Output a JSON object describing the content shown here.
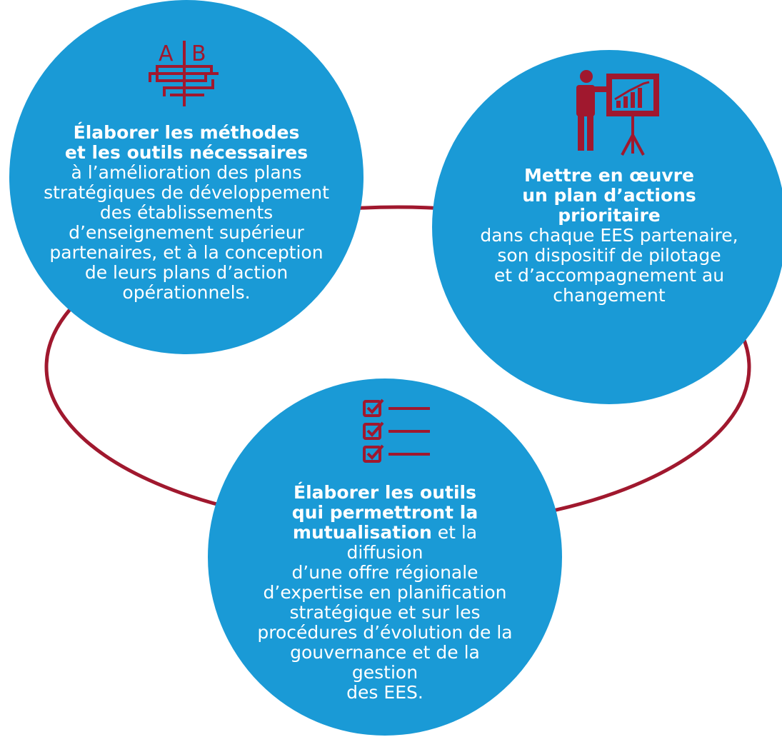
{
  "colors": {
    "circle_fill": "#1a9ad6",
    "accent": "#a0182e",
    "text": "#ffffff"
  },
  "circles": [
    {
      "icon": "ab-comparison-icon",
      "icon_letters": [
        "A",
        "B"
      ],
      "title_line1": "Élaborer les méthodes",
      "title_line2": "et les outils nécessaires",
      "body": [
        "à l’amélioration des plans",
        "stratégiques de développement",
        "des établissements",
        "d’enseignement supérieur",
        "partenaires, et à la conception",
        "de leurs plans d’action",
        "opérationnels."
      ]
    },
    {
      "icon": "presenter-chart-icon",
      "title_line1": "Mettre en œuvre",
      "title_line2": "un plan d’actions prioritaire",
      "body": [
        "dans chaque EES partenaire,",
        "son dispositif de pilotage",
        "et d’accompagnement au",
        "changement"
      ]
    },
    {
      "icon": "checklist-icon",
      "title_line1": "Élaborer les outils",
      "title_line2": "qui permettront la",
      "title_line3": "mutualisation",
      "inline_rest": " et la diffusion",
      "body": [
        "d’une offre régionale",
        "d’expertise en planification",
        "stratégique et sur les",
        "procédures d’évolution de la",
        "gouvernance et de la gestion",
        "des EES."
      ]
    }
  ]
}
